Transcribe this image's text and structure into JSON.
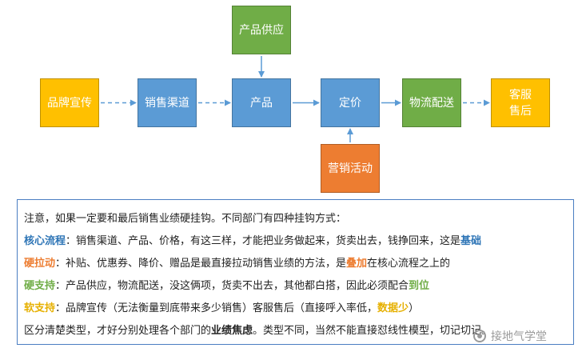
{
  "diagram": {
    "nodes": [
      {
        "id": "brand",
        "lines": [
          "品牌宣传"
        ],
        "color": "#ffc000"
      },
      {
        "id": "channel",
        "lines": [
          "销售渠道"
        ],
        "color": "#5b9bd5"
      },
      {
        "id": "supply",
        "lines": [
          "产品供应"
        ],
        "color": "#70ad47"
      },
      {
        "id": "product",
        "lines": [
          "产品"
        ],
        "color": "#5b9bd5"
      },
      {
        "id": "pricing",
        "lines": [
          "定价"
        ],
        "color": "#5b9bd5"
      },
      {
        "id": "marketing",
        "lines": [
          "营销活动"
        ],
        "color": "#ed7d31"
      },
      {
        "id": "logistics",
        "lines": [
          "物流配送"
        ],
        "color": "#70ad47"
      },
      {
        "id": "service",
        "lines": [
          "客服",
          "售后"
        ],
        "color": "#ffc000"
      }
    ],
    "edges": [
      {
        "from": "brand",
        "to": "channel",
        "style": "dashed"
      },
      {
        "from": "channel",
        "to": "product",
        "style": "dashed"
      },
      {
        "from": "supply",
        "to": "product",
        "style": "solid"
      },
      {
        "from": "product",
        "to": "pricing",
        "style": "solid"
      },
      {
        "from": "marketing",
        "to": "pricing",
        "style": "solid"
      },
      {
        "from": "pricing",
        "to": "logistics",
        "style": "solid"
      },
      {
        "from": "logistics",
        "to": "service",
        "style": "dashed"
      }
    ],
    "arrow_color": "#5b9bd5"
  },
  "notes": {
    "border_color": "#4a7ec2",
    "lines": [
      {
        "segments": [
          {
            "text": "注意，如果一定要和最后销售业绩硬挂钩。不同部门有四种挂钩方式："
          }
        ]
      },
      {
        "segments": [
          {
            "text": "核心流程",
            "style": "tag",
            "color": "#2e75b6"
          },
          {
            "text": "：销售渠道、产品、价格，有这三样，才能把业务做起来，货卖出去，钱挣回来，这是"
          },
          {
            "text": "基础",
            "style": "hl",
            "color": "#2e75b6"
          }
        ]
      },
      {
        "segments": [
          {
            "text": "硬拉动",
            "style": "tag",
            "color": "#ed7d31"
          },
          {
            "text": "：补贴、优惠券、降价、赠品是最直接拉动销售业绩的方法，是"
          },
          {
            "text": "叠加",
            "style": "hl",
            "color": "#ed7d31"
          },
          {
            "text": "在核心流程之上的"
          }
        ]
      },
      {
        "segments": [
          {
            "text": "硬支持",
            "style": "tag",
            "color": "#70ad47"
          },
          {
            "text": "：产品供应，物流配送，没这俩项，货卖不出去，其他都白搭，因此必须配合"
          },
          {
            "text": "到位",
            "style": "hl",
            "color": "#70ad47"
          }
        ]
      },
      {
        "segments": [
          {
            "text": "软支持",
            "style": "tag",
            "color": "#e6b000"
          },
          {
            "text": "：品牌宣传（无法衡量到底带来多少销售）客服售后（直接呼入率低，"
          },
          {
            "text": "数据少",
            "style": "hl",
            "color": "#e6b000"
          },
          {
            "text": "）"
          }
        ]
      },
      {
        "segments": [
          {
            "text": "区分清楚类型，才好分别处理各个部门的"
          },
          {
            "text": "业绩焦虑",
            "style": "hl",
            "color": "#222222"
          },
          {
            "text": "。类型不同，当然不能直接怼线性模型，切记切记。"
          }
        ]
      }
    ]
  },
  "watermark": {
    "text": "接地气学堂",
    "icon": "wechat-icon"
  }
}
